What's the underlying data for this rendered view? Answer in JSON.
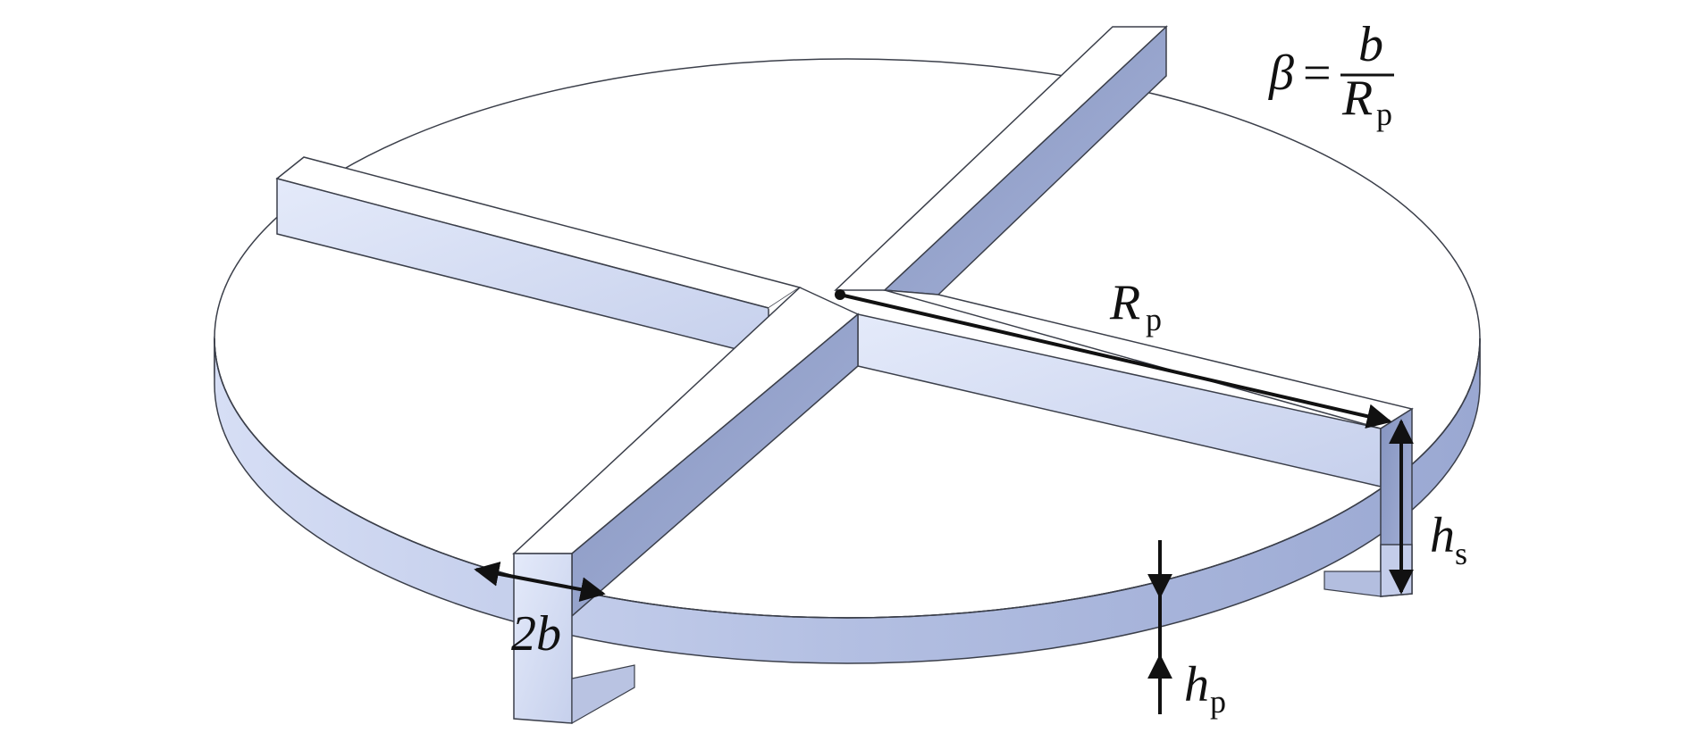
{
  "formula": {
    "lhs": "β",
    "equals": "=",
    "numerator": "b",
    "denominator_main": "R",
    "denominator_sub": "p"
  },
  "labels": {
    "radius": {
      "main": "R",
      "sub": "p"
    },
    "stiffener_height": {
      "main": "h",
      "sub": "s"
    },
    "plate_height": {
      "main": "h",
      "sub": "p"
    },
    "width": {
      "main": "2b"
    }
  },
  "colors": {
    "face_light": "#dfe6f8",
    "face_mid": "#c3cde9",
    "face_dark": "#8e9bc4",
    "top_surface": "#ffffff",
    "outline": "#3b3f4a",
    "annotation": "#111111"
  }
}
